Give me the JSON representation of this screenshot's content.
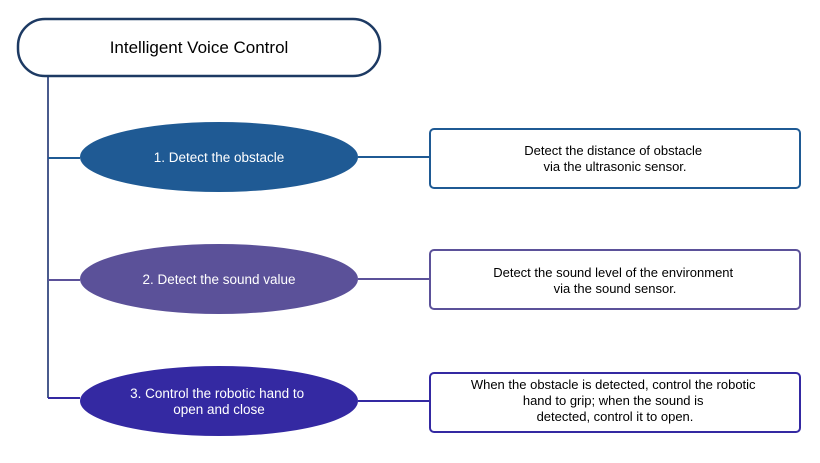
{
  "title": "Intelligent Voice Control",
  "steps": [
    {
      "label": [
        "1. Detect the obstacle"
      ],
      "description": [
        "Detect the distance of obstacle",
        "via the ultrasonic sensor."
      ]
    },
    {
      "label": [
        "2. Detect the sound value"
      ],
      "description": [
        "Detect the sound level of the environment",
        "via the sound sensor."
      ]
    },
    {
      "label": [
        "3. Control the robotic hand to",
        "open and close"
      ],
      "description": [
        "When the obstacle is detected, control the robotic",
        "hand to grip; when the sound is",
        "detected, control it to open."
      ]
    }
  ],
  "colors": {
    "title_border": "#1d3a63",
    "step1": "#1f5a94",
    "step2": "#5b5199",
    "step3": "#3429a2",
    "trunk": "#4a5b8d"
  }
}
